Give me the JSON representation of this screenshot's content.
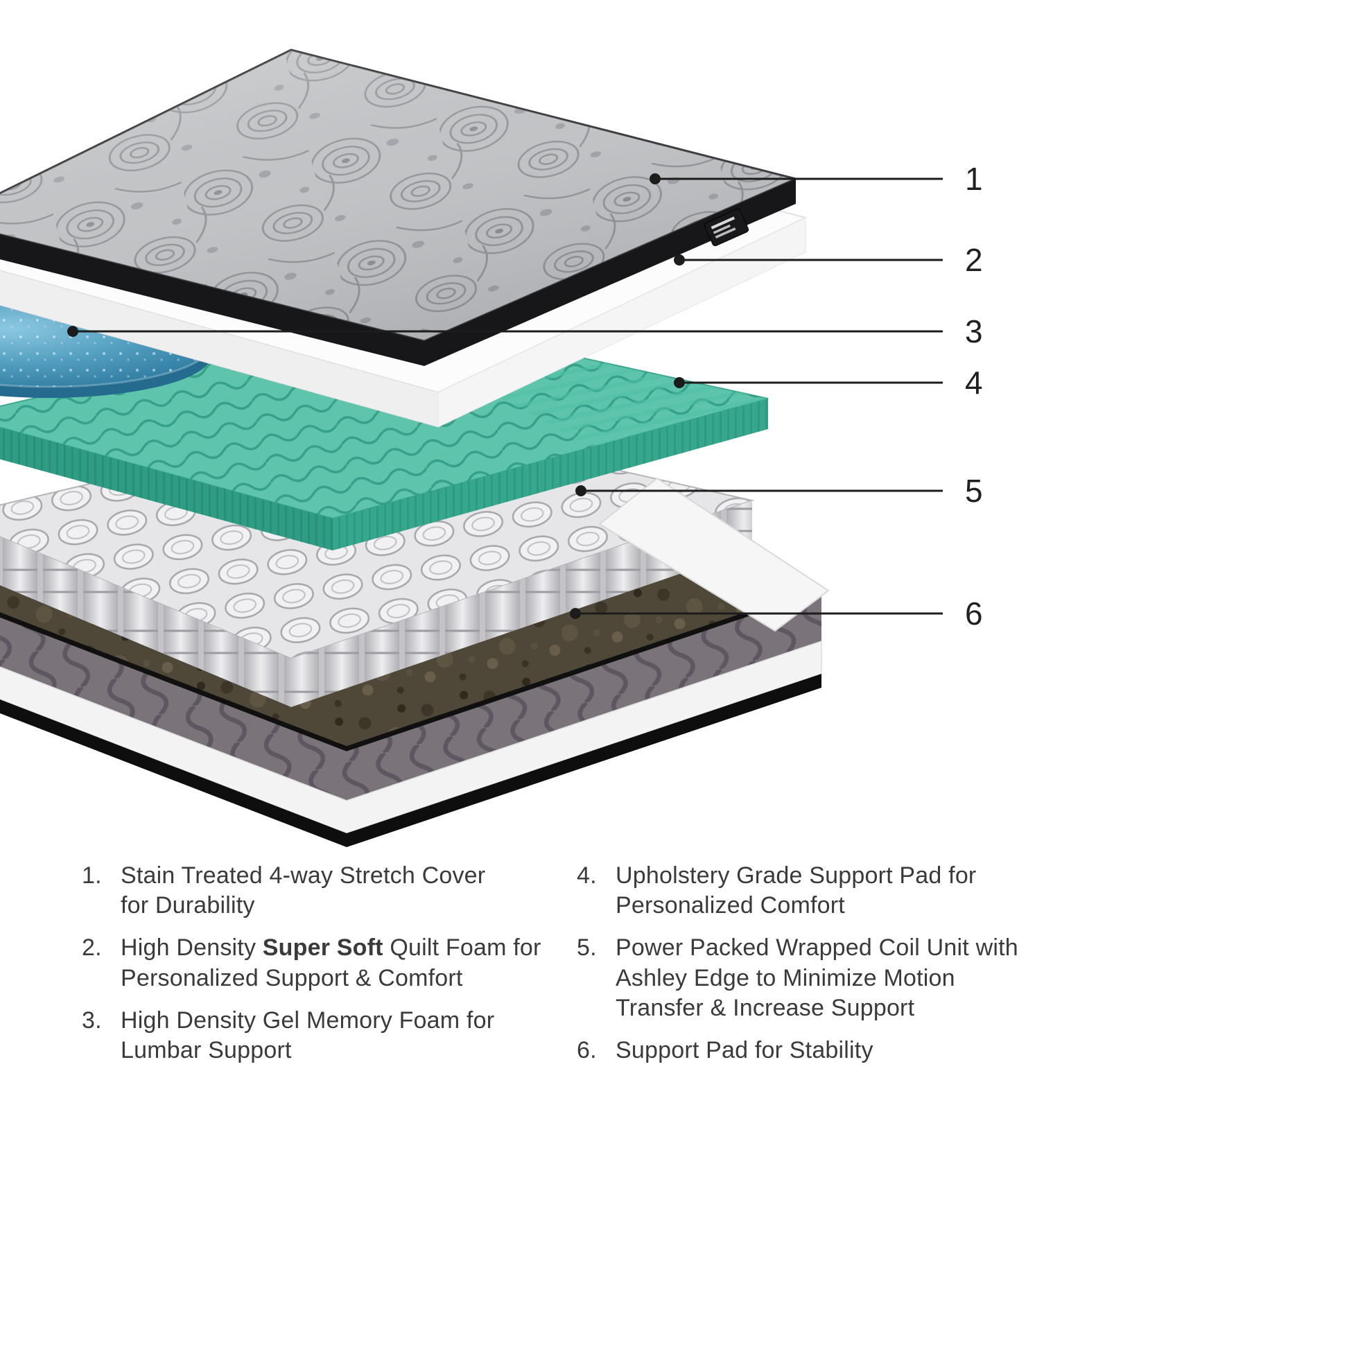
{
  "palette": {
    "quilt_gray": "#c6c7c9",
    "foam_white": "#fcfcfc",
    "gel_blue": "#4f9cbe",
    "support_pad_teal": "#5ec4ab",
    "coil_gray": "#e6e6e9",
    "base_mauve": "#7b737a",
    "base_pad_brown": "#4f4737",
    "line_color": "#1c1c1c",
    "text_color": "#3a3a3a"
  },
  "callouts": [
    {
      "label": "1"
    },
    {
      "label": "2"
    },
    {
      "label": "3"
    },
    {
      "label": "4"
    },
    {
      "label": "5"
    },
    {
      "label": "6"
    }
  ],
  "legend": {
    "left": [
      {
        "num": "1.",
        "text": "Stain Treated 4-way Stretch Cover\nfor Durability"
      },
      {
        "num": "2.",
        "pre": "High Density ",
        "bold": "Super Soft",
        "post": " Quilt Foam for\nPersonalized Support & Comfort"
      },
      {
        "num": "3.",
        "text": "High Density Gel Memory Foam for\nLumbar Support"
      }
    ],
    "right": [
      {
        "num": "4.",
        "text": "Upholstery Grade Support Pad for\nPersonalized Comfort"
      },
      {
        "num": "5.",
        "text": "Power Packed Wrapped Coil Unit with\nAshley Edge to Minimize Motion\nTransfer & Increase Support"
      },
      {
        "num": "6.",
        "text": "Support Pad for Stability"
      }
    ]
  }
}
